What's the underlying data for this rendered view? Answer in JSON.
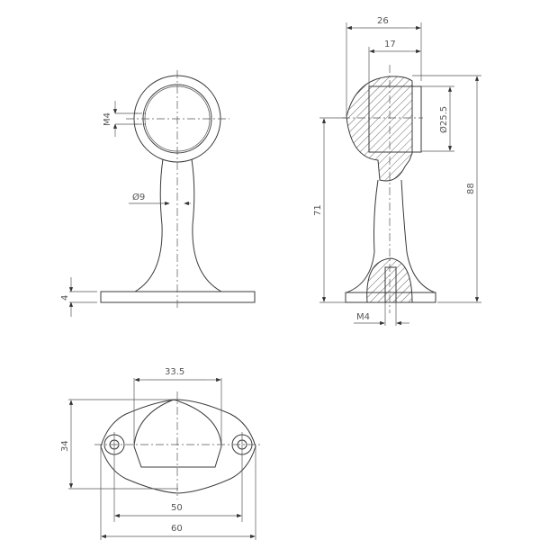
{
  "drawing": {
    "type": "technical drawing - rail support bracket",
    "line_color": "#3a3a3a",
    "front_view": {
      "dimensions": {
        "thread": "M4",
        "stem_diameter": "Ø9",
        "base_thickness": "4"
      }
    },
    "section_view": {
      "dimensions": {
        "overall_depth": "26",
        "socket_depth": "17",
        "socket_diameter": "Ø25.5",
        "center_height": "71",
        "overall_height": "88",
        "base_thread": "M4"
      }
    },
    "top_view": {
      "dimensions": {
        "socket_width": "33.5",
        "base_depth": "34",
        "hole_spacing": "50",
        "base_length": "60"
      }
    }
  }
}
